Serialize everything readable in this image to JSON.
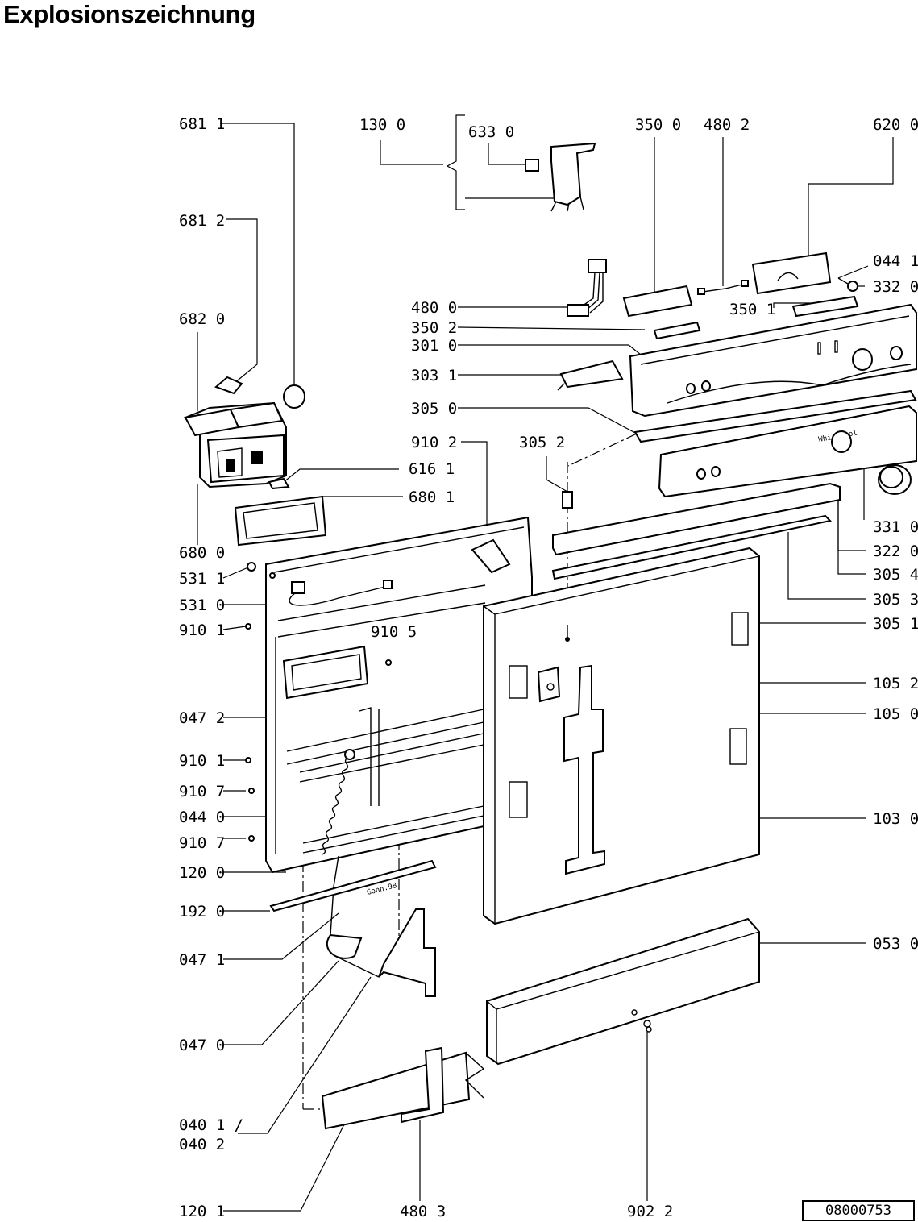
{
  "title": "Explosionszeichnung",
  "drawing_number": "08000753",
  "parts": [
    {
      "id": "681-1",
      "label": "681 1"
    },
    {
      "id": "681-2",
      "label": "681 2"
    },
    {
      "id": "682-0",
      "label": "682 0"
    },
    {
      "id": "616-1",
      "label": "616 1"
    },
    {
      "id": "680-1",
      "label": "680 1"
    },
    {
      "id": "680-0",
      "label": "680 0"
    },
    {
      "id": "531-1",
      "label": "531 1"
    },
    {
      "id": "531-0",
      "label": "531 0"
    },
    {
      "id": "910-1a",
      "label": "910 1"
    },
    {
      "id": "910-5",
      "label": "910 5"
    },
    {
      "id": "047-2",
      "label": "047 2"
    },
    {
      "id": "910-1b",
      "label": "910 1"
    },
    {
      "id": "910-7a",
      "label": "910 7"
    },
    {
      "id": "044-0",
      "label": "044 0"
    },
    {
      "id": "910-7b",
      "label": "910 7"
    },
    {
      "id": "120-0",
      "label": "120 0"
    },
    {
      "id": "192-0",
      "label": "192 0"
    },
    {
      "id": "047-1",
      "label": "047 1"
    },
    {
      "id": "047-0",
      "label": "047 0"
    },
    {
      "id": "040-1",
      "label": "040 1 /"
    },
    {
      "id": "040-2",
      "label": "040 2"
    },
    {
      "id": "120-1",
      "label": "120 1"
    },
    {
      "id": "480-3",
      "label": "480 3"
    },
    {
      "id": "902-2",
      "label": "902 2"
    },
    {
      "id": "130-0",
      "label": "130 0"
    },
    {
      "id": "633-0",
      "label": "633 0"
    },
    {
      "id": "350-0",
      "label": "350 0"
    },
    {
      "id": "480-2",
      "label": "480 2"
    },
    {
      "id": "620-0",
      "label": "620 0"
    },
    {
      "id": "044-1",
      "label": "044 1"
    },
    {
      "id": "332-0",
      "label": "332 0"
    },
    {
      "id": "480-0",
      "label": "480 0"
    },
    {
      "id": "350-1",
      "label": "350 1"
    },
    {
      "id": "350-2",
      "label": "350 2"
    },
    {
      "id": "301-0",
      "label": "301 0"
    },
    {
      "id": "303-1",
      "label": "303 1"
    },
    {
      "id": "305-0",
      "label": "305 0"
    },
    {
      "id": "910-2",
      "label": "910 2"
    },
    {
      "id": "305-2",
      "label": "305 2"
    },
    {
      "id": "331-0",
      "label": "331 0"
    },
    {
      "id": "322-0",
      "label": "322 0"
    },
    {
      "id": "305-4",
      "label": "305 4"
    },
    {
      "id": "305-3",
      "label": "305 3"
    },
    {
      "id": "305-1",
      "label": "305 1"
    },
    {
      "id": "105-2",
      "label": "105 2"
    },
    {
      "id": "105-0",
      "label": "105 0"
    },
    {
      "id": "103-0",
      "label": "103 0"
    },
    {
      "id": "053-0",
      "label": "053 0"
    }
  ],
  "markings": {
    "brand": "Whirlpool",
    "gasket_mark": "Gonn.98"
  }
}
